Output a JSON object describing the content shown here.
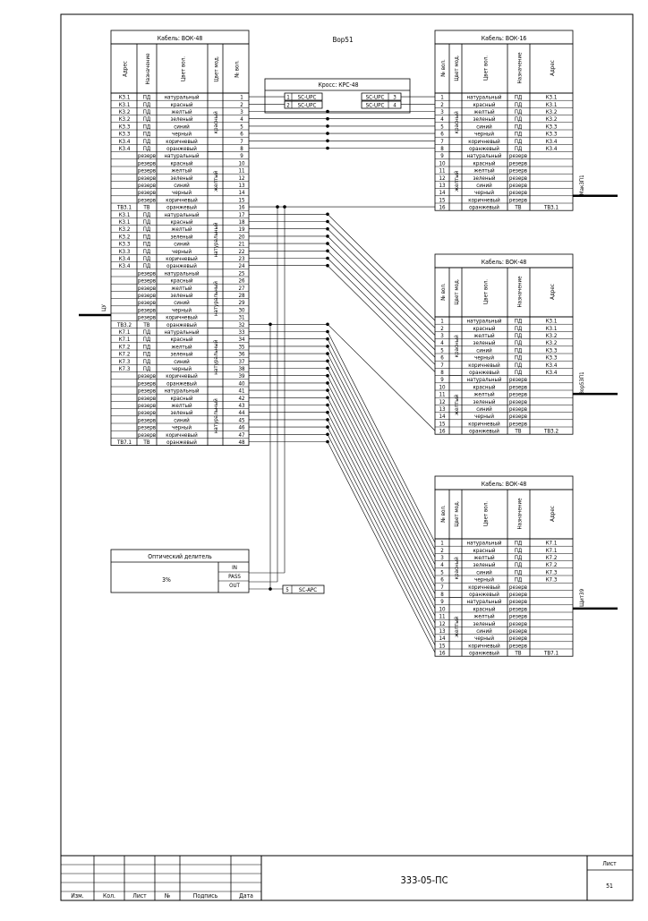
{
  "left_table": {
    "title": "Кабель: ВОК-48",
    "headers": [
      "Адрес",
      "Назначение",
      "Цвет вол.",
      "Цвет мод.",
      "№ вол."
    ],
    "side_label": "ЦУ",
    "modules": [
      "красный",
      "желтый",
      "натуральный",
      "натуральный",
      "натуральный"
    ],
    "rows": [
      [
        "К3.1",
        "ПД",
        "натуральный",
        "1"
      ],
      [
        "К3.1",
        "ПД",
        "красный",
        "2"
      ],
      [
        "К3.2",
        "ПД",
        "желтый",
        "3"
      ],
      [
        "К3.2",
        "ПД",
        "зеленый",
        "4"
      ],
      [
        "К3.3",
        "ПД",
        "синий",
        "5"
      ],
      [
        "К3.3",
        "ПД",
        "черный",
        "6"
      ],
      [
        "К3.4",
        "ПД",
        "коричневый",
        "7"
      ],
      [
        "К3.4",
        "ПД",
        "оранжевый",
        "8"
      ],
      [
        "",
        "резерв",
        "натуральный",
        "9"
      ],
      [
        "",
        "резерв",
        "красный",
        "10"
      ],
      [
        "",
        "резерв",
        "желтый",
        "11"
      ],
      [
        "",
        "резерв",
        "зеленый",
        "12"
      ],
      [
        "",
        "резерв",
        "синий",
        "13"
      ],
      [
        "",
        "резерв",
        "черный",
        "14"
      ],
      [
        "",
        "резерв",
        "коричневый",
        "15"
      ],
      [
        "ТВ3.1",
        "ТВ",
        "оранжевый",
        "16"
      ],
      [
        "К3.1",
        "ПД",
        "натуральный",
        "17"
      ],
      [
        "К3.1",
        "ПД",
        "красный",
        "18"
      ],
      [
        "К3.2",
        "ПД",
        "желтый",
        "19"
      ],
      [
        "К3.2",
        "ПД",
        "зеленый",
        "20"
      ],
      [
        "К3.3",
        "ПД",
        "синий",
        "21"
      ],
      [
        "К3.3",
        "ПД",
        "черный",
        "22"
      ],
      [
        "К3.4",
        "ПД",
        "коричневый",
        "23"
      ],
      [
        "К3.4",
        "ПД",
        "оранжевый",
        "24"
      ],
      [
        "",
        "резерв",
        "натуральный",
        "25"
      ],
      [
        "",
        "резерв",
        "красный",
        "26"
      ],
      [
        "",
        "резерв",
        "желтый",
        "27"
      ],
      [
        "",
        "резерв",
        "зеленый",
        "28"
      ],
      [
        "",
        "резерв",
        "синий",
        "29"
      ],
      [
        "",
        "резерв",
        "черный",
        "30"
      ],
      [
        "",
        "резерв",
        "коричневый",
        "31"
      ],
      [
        "ТВ3.2",
        "ТВ",
        "оранжевый",
        "32"
      ],
      [
        "К7.1",
        "ПД",
        "натуральный",
        "33"
      ],
      [
        "К7.1",
        "ПД",
        "красный",
        "34"
      ],
      [
        "К7.2",
        "ПД",
        "желтый",
        "35"
      ],
      [
        "К7.2",
        "ПД",
        "зеленый",
        "36"
      ],
      [
        "К7.3",
        "ПД",
        "синий",
        "37"
      ],
      [
        "К7.3",
        "ПД",
        "черный",
        "38"
      ],
      [
        "",
        "резерв",
        "коричневый",
        "39"
      ],
      [
        "",
        "резерв",
        "оранжевый",
        "40"
      ],
      [
        "",
        "резерв",
        "натуральный",
        "41"
      ],
      [
        "",
        "резерв",
        "красный",
        "42"
      ],
      [
        "",
        "резерв",
        "желтый",
        "43"
      ],
      [
        "",
        "резерв",
        "зеленый",
        "44"
      ],
      [
        "",
        "резерв",
        "синий",
        "45"
      ],
      [
        "",
        "резерв",
        "черный",
        "46"
      ],
      [
        "",
        "резерв",
        "коричневый",
        "47"
      ],
      [
        "ТВ7.1",
        "ТВ",
        "оранжевый",
        "48"
      ]
    ]
  },
  "center": {
    "title": "Вор51",
    "cross_title": "Кросс: КРС-48",
    "cross_ports": [
      {
        "num": "1",
        "type": "SC-UPC",
        "type2": "SC-UPC",
        "num2": "3"
      },
      {
        "num": "2",
        "type": "SC-UPC",
        "type2": "SC-UPC",
        "num2": "4"
      }
    ],
    "splitter_title": "Оптический делитель",
    "splitter_ratio": "3%",
    "splitter_ports": [
      "IN",
      "PASS",
      "OUT"
    ],
    "out_port": {
      "num": "5",
      "type": "SC-APC"
    }
  },
  "right_tables": [
    {
      "title": "Кабель: ВОК-16",
      "side_label": "Мак3П1",
      "modules": [
        "красный",
        "желтый"
      ],
      "rows": [
        [
          "1",
          "натуральный",
          "ПД",
          "К3.1"
        ],
        [
          "2",
          "красный",
          "ПД",
          "К3.1"
        ],
        [
          "3",
          "желтый",
          "ПД",
          "К3.2"
        ],
        [
          "4",
          "зеленый",
          "ПД",
          "К3.2"
        ],
        [
          "5",
          "синий",
          "ПД",
          "К3.3"
        ],
        [
          "6",
          "черный",
          "ПД",
          "К3.3"
        ],
        [
          "7",
          "коричневый",
          "ПД",
          "К3.4"
        ],
        [
          "8",
          "оранжевый",
          "ПД",
          "К3.4"
        ],
        [
          "9",
          "натуральный",
          "резерв",
          ""
        ],
        [
          "10",
          "красный",
          "резерв",
          ""
        ],
        [
          "11",
          "желтый",
          "резерв",
          ""
        ],
        [
          "12",
          "зеленый",
          "резерв",
          ""
        ],
        [
          "13",
          "синий",
          "резерв",
          ""
        ],
        [
          "14",
          "черный",
          "резерв",
          ""
        ],
        [
          "15",
          "коричневый",
          "резерв",
          ""
        ],
        [
          "16",
          "оранжевый",
          "ТВ",
          "ТВ3.1"
        ]
      ]
    },
    {
      "title": "Кабель: ВОК-48",
      "side_label": "Вор53П1",
      "modules": [
        "красный",
        "желтый"
      ],
      "rows": [
        [
          "1",
          "натуральный",
          "ПД",
          "К3.1"
        ],
        [
          "2",
          "красный",
          "ПД",
          "К3.1"
        ],
        [
          "3",
          "желтый",
          "ПД",
          "К3.2"
        ],
        [
          "4",
          "зеленый",
          "ПД",
          "К3.2"
        ],
        [
          "5",
          "синий",
          "ПД",
          "К3.3"
        ],
        [
          "6",
          "черный",
          "ПД",
          "К3.3"
        ],
        [
          "7",
          "коричневый",
          "ПД",
          "К3.4"
        ],
        [
          "8",
          "оранжевый",
          "ПД",
          "К3.4"
        ],
        [
          "9",
          "натуральный",
          "резерв",
          ""
        ],
        [
          "10",
          "красный",
          "резерв",
          ""
        ],
        [
          "11",
          "желтый",
          "резерв",
          ""
        ],
        [
          "12",
          "зеленый",
          "резерв",
          ""
        ],
        [
          "13",
          "синий",
          "резерв",
          ""
        ],
        [
          "14",
          "черный",
          "резерв",
          ""
        ],
        [
          "15",
          "коричневый",
          "резерв",
          ""
        ],
        [
          "16",
          "оранжевый",
          "ТВ",
          "ТВ3.2"
        ]
      ]
    },
    {
      "title": "Кабель: ВОК-48",
      "side_label": "Щит39",
      "modules": [
        "красный",
        "желтый"
      ],
      "rows": [
        [
          "1",
          "натуральный",
          "ПД",
          "К7.1"
        ],
        [
          "2",
          "красный",
          "ПД",
          "К7.1"
        ],
        [
          "3",
          "желтый",
          "ПД",
          "К7.2"
        ],
        [
          "4",
          "зеленый",
          "ПД",
          "К7.2"
        ],
        [
          "5",
          "синий",
          "ПД",
          "К7.3"
        ],
        [
          "6",
          "черный",
          "ПД",
          "К7.3"
        ],
        [
          "7",
          "коричневый",
          "резерв",
          ""
        ],
        [
          "8",
          "оранжевый",
          "резерв",
          ""
        ],
        [
          "9",
          "натуральный",
          "резерв",
          ""
        ],
        [
          "10",
          "красный",
          "резерв",
          ""
        ],
        [
          "11",
          "желтый",
          "резерв",
          ""
        ],
        [
          "12",
          "зеленый",
          "резерв",
          ""
        ],
        [
          "13",
          "синий",
          "резерв",
          ""
        ],
        [
          "14",
          "черный",
          "резерв",
          ""
        ],
        [
          "15",
          "коричневый",
          "резерв",
          ""
        ],
        [
          "16",
          "оранжевый",
          "ТВ",
          "ТВ7.1"
        ]
      ]
    }
  ],
  "right_headers": [
    "№ вол.",
    "Цвет мод.",
    "Цвет вол.",
    "Назначение",
    "Адрес"
  ],
  "title_block": {
    "doc_code": "333-05-ПС",
    "sheet_label": "Лист",
    "sheet_number": "51",
    "columns": [
      "Изм.",
      "Кол.",
      "Лист",
      "№",
      "Подпись",
      "Дата"
    ]
  }
}
